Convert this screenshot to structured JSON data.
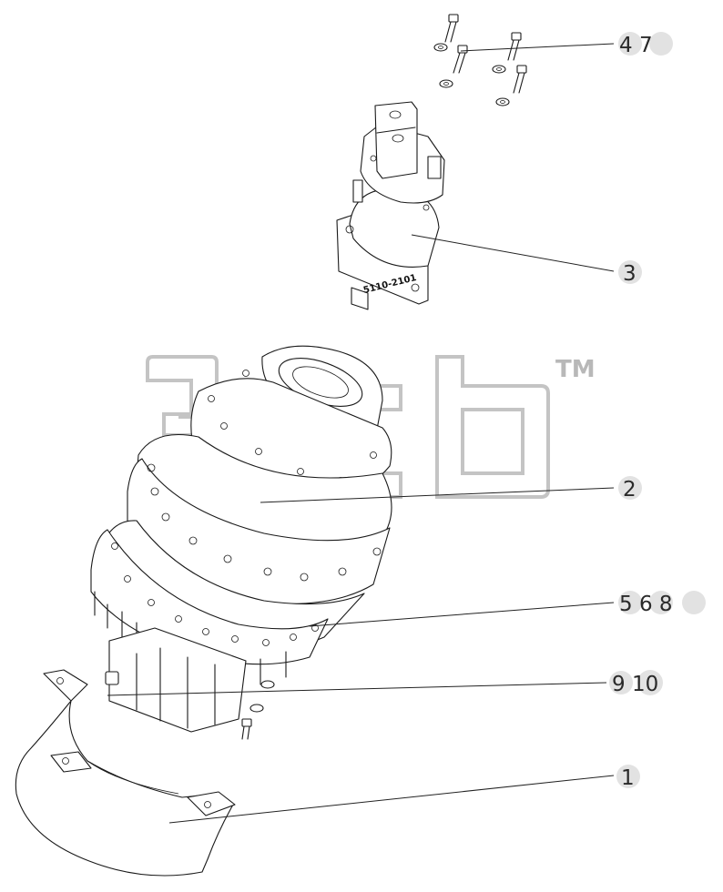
{
  "callouts": [
    {
      "label": "4 7"
    },
    {
      "label": "3"
    },
    {
      "label": "2"
    },
    {
      "label": "5 6 8"
    },
    {
      "label": "9 10"
    },
    {
      "label": "1"
    }
  ],
  "part_marking": "5110-2101",
  "watermark": {
    "trademark": "TM"
  },
  "colors": {
    "line": "#1a1a1a",
    "watermark": "#c4c4c4",
    "label_halo": "#e2e2e2"
  }
}
